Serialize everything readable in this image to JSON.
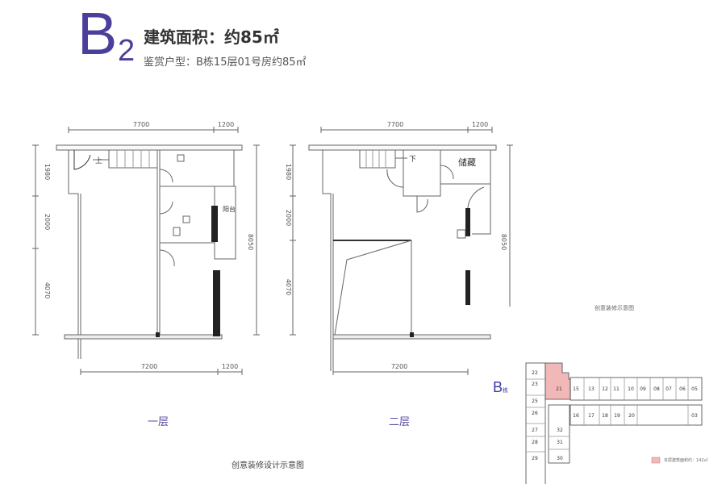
{
  "header": {
    "type_letter": "B",
    "type_number": "2",
    "area_title": "建筑面积：约85㎡",
    "unit_line": "鉴赏户型：B栋15层01号房约85㎡"
  },
  "plan_1": {
    "label": "一层",
    "top_dims": [
      "7700",
      "1200"
    ],
    "bottom_dims": [
      "7200",
      "1200"
    ],
    "left_dims": [
      "1980",
      "2000",
      "4070"
    ],
    "right_dim": "8050",
    "room_labels": {
      "stairs": "上",
      "balcony": "阳台"
    }
  },
  "plan_2": {
    "label": "二层",
    "top_dims": [
      "7700",
      "1200"
    ],
    "bottom_dims": [
      "7200"
    ],
    "left_dims": [
      "1980",
      "2000",
      "4070"
    ],
    "right_dim": "8050",
    "room_labels": {
      "stairs": "下",
      "storage": "储藏"
    }
  },
  "caption": "创意装修设计示意图",
  "key_plan": {
    "title": "创意装修示意图",
    "building": "B",
    "building_suffix": "栋",
    "highlight_color": "#f2b8b8",
    "highlight_unit": "21",
    "top_row": [
      "15",
      "13",
      "12",
      "11",
      "10",
      "09",
      "08",
      "07",
      "06",
      "05"
    ],
    "bottom_row": [
      "16",
      "17",
      "18",
      "19",
      "20",
      "03"
    ],
    "left_column": [
      "22",
      "23",
      "25",
      "26",
      "27",
      "28",
      "29"
    ],
    "inner_column": [
      "32",
      "31",
      "30"
    ],
    "legend_text": "本层建筑面积约：142㎡"
  }
}
